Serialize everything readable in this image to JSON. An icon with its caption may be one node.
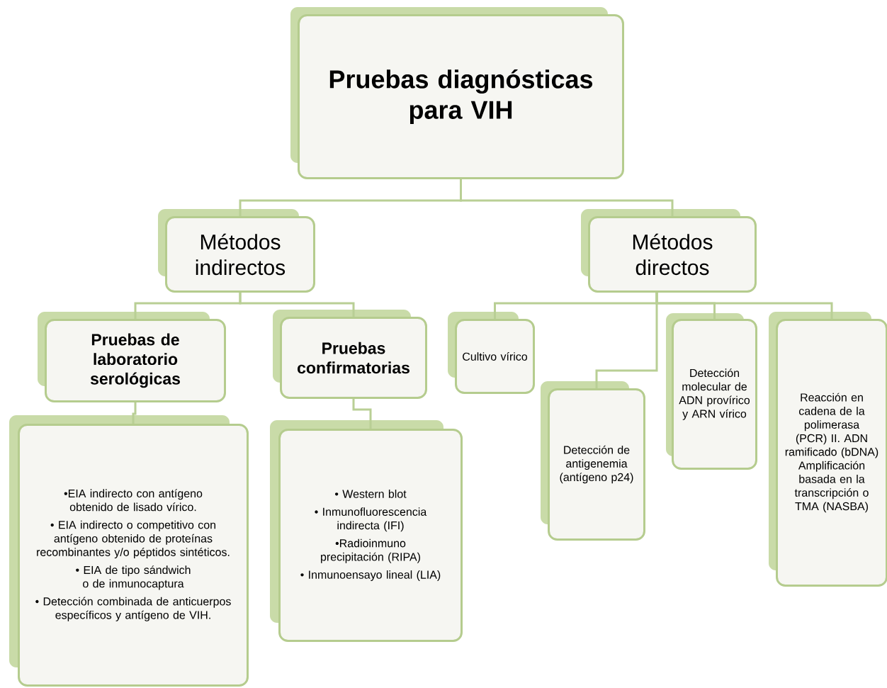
{
  "diagram": {
    "nodes": [
      {
        "text": [
          "Pruebas diagnósticas para VIH"
        ]
      },
      {
        "text": [
          "Métodos indirectos"
        ]
      },
      {
        "text": [
          "Métodos directos"
        ]
      },
      {
        "text": [
          "Pruebas de laboratorio serológicas"
        ]
      },
      {
        "text": [
          "Pruebas confirmatorias"
        ]
      },
      {
        "text": [
          "Cultivo vírico"
        ]
      },
      {
        "text": [
          "Detección de antigenemia (antígeno p24)"
        ]
      },
      {
        "text": [
          "Detección molecular de ADN provírico y ARN vírico"
        ]
      },
      {
        "text": [
          "Reacción en cadena de la polimerasa (PCR) II. ADN ramificado (bDNA) Amplificación basada en la transcripción o TMA (NASBA)"
        ]
      },
      {
        "text": [
          "•EIA indirecto con antígeno obtenido de lisado vírico.",
          "• EIA indirecto o competitivo con antígeno obtenido de proteínas recombinantes y/o péptidos sintéticos.",
          "• EIA de tipo sándwich o de inmunocaptura",
          "• Detección combinada de anticuerpos específicos y antígeno de VIH."
        ]
      },
      {
        "text": [
          "•  Western blot",
          "•  Inmunofluorescencia indirecta (IFI)",
          "•Radioinmuno precipitación (RIPA)",
          "• Inmunoensayo lineal (LIA)"
        ]
      }
    ],
    "edges": [
      {
        "from": 0,
        "to": 1,
        "arrow": "none"
      },
      {
        "from": 0,
        "to": 2,
        "arrow": "none"
      },
      {
        "from": 1,
        "to": 3,
        "arrow": "none"
      },
      {
        "from": 1,
        "to": 4,
        "arrow": "none"
      },
      {
        "from": 2,
        "to": 5,
        "arrow": "none"
      },
      {
        "from": 2,
        "to": 6,
        "arrow": "none"
      },
      {
        "from": 2,
        "to": 7,
        "arrow": "none"
      },
      {
        "from": 2,
        "to": 8,
        "arrow": "none"
      },
      {
        "from": 3,
        "to": 9,
        "arrow": "none"
      },
      {
        "from": 4,
        "to": 10,
        "arrow": "none"
      }
    ]
  }
}
